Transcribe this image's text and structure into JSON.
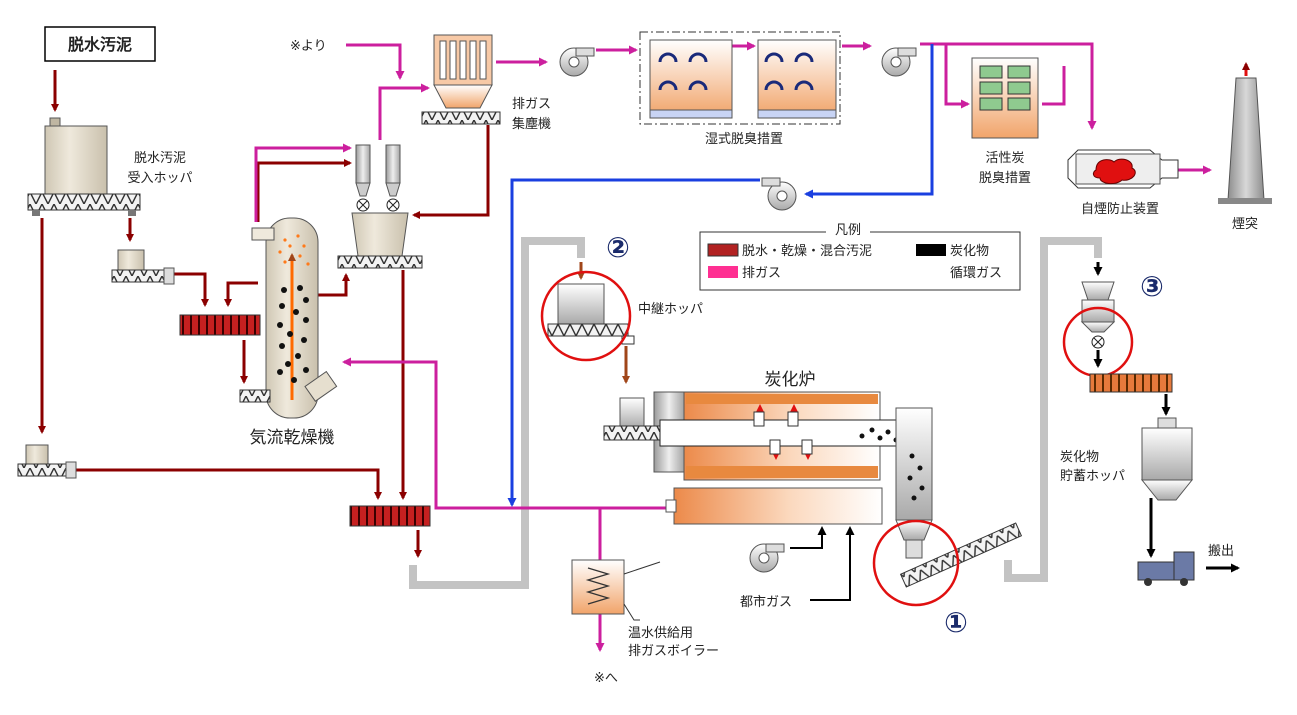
{
  "title": "脱水汚泥",
  "labels": {
    "hopper_in": [
      "脱水汚泥",
      "受入ホッパ"
    ],
    "dryer": "気流乾燥機",
    "dust": [
      "排ガス",
      "集塵機"
    ],
    "wet_deodor": "湿式脱臭措置",
    "carbon_deodor": [
      "活性炭",
      "脱臭措置"
    ],
    "smoke_prevent": "自煙防止装置",
    "chimney": "煙突",
    "relay_hopper": "中継ホッパ",
    "furnace": "炭化炉",
    "storage_hopper": [
      "炭化物",
      "貯蓄ホッパ"
    ],
    "city_gas": "都市ガス",
    "boiler": [
      "温水供給用",
      "排ガスボイラー"
    ],
    "from_note": "※より",
    "to_note": "※へ",
    "carry_out": "搬出"
  },
  "legend": {
    "title": "凡例",
    "items": [
      {
        "label": "脱水・乾燥・混合汚泥",
        "color": "#b22222"
      },
      {
        "label": "炭化物",
        "color": "#000000"
      },
      {
        "label": "排ガス",
        "color": "#ff2f92"
      },
      {
        "label": "循環ガス",
        "color": ""
      }
    ]
  },
  "markers": [
    "①",
    "②",
    "③"
  ],
  "colors": {
    "sludge": "#8b0000",
    "exhaust": "#cc1f9e",
    "circ": "#1a3fe0",
    "char": "#000000",
    "gray": "#c3c3c3",
    "circle_red": "#e01010",
    "marker_blue": "#1b2b6b"
  }
}
